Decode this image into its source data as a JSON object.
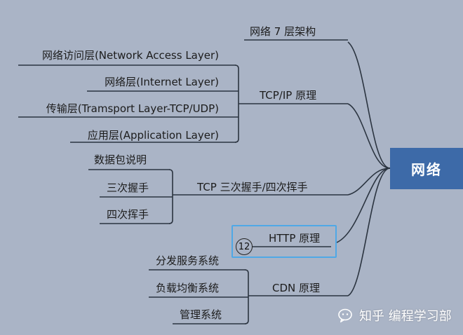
{
  "colors": {
    "background": "#aab4c6",
    "line": "#2b3440",
    "root_fill": "#3d6aa8",
    "root_text": "#ffffff",
    "selection": "#4fa8e6"
  },
  "root": {
    "label": "网络"
  },
  "branches": [
    {
      "label": "网络 7 层架构",
      "children": []
    },
    {
      "label": "TCP/IP 原理",
      "children": [
        "网络访问层(Network Access Layer)",
        "网络层(Internet Layer)",
        "传输层(Tramsport Layer-TCP/UDP)",
        "应用层(Application Layer)"
      ]
    },
    {
      "label": "TCP 三次握手/四次挥手",
      "children": [
        "数据包说明",
        "三次握手",
        "四次挥手"
      ]
    },
    {
      "label": "HTTP 原理",
      "children": [],
      "selected": true,
      "badge": "12"
    },
    {
      "label": "CDN 原理",
      "children": [
        "分发服务系统",
        "负载均衡系统",
        "管理系统"
      ]
    }
  ],
  "watermark": {
    "text": "知乎  编程学习部",
    "icon": "wechat-bubble-icon"
  }
}
